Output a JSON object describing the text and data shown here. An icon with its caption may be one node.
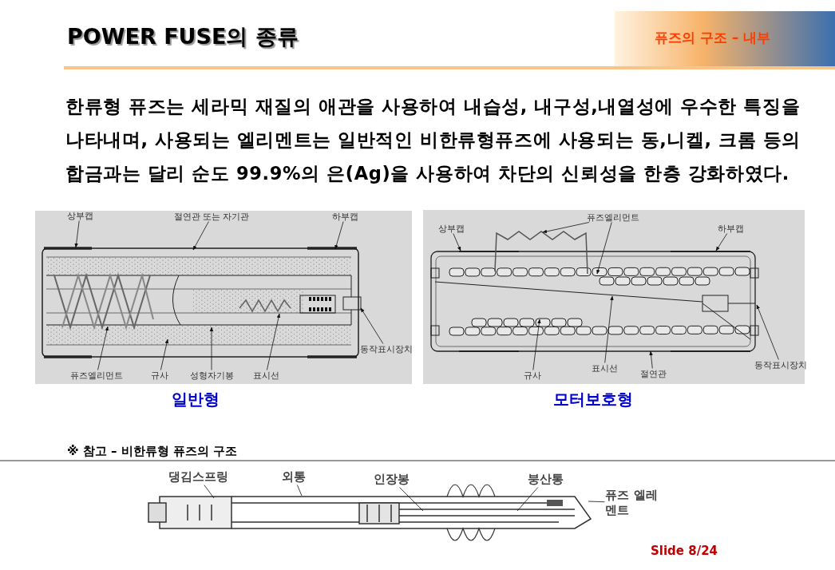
{
  "diagram": {
    "title": "POWER FUSE의 종류",
    "nodes": [
      {
        "text": [
          "상부캡"
        ]
      },
      {
        "text": [
          "절연관 또는 자기관"
        ]
      },
      {
        "text": [
          "하부캡"
        ]
      },
      {
        "text": [
          "동작표시장치"
        ]
      },
      {
        "text": [
          "퓨즈엘리먼트"
        ]
      },
      {
        "text": [
          "규사"
        ]
      },
      {
        "text": [
          "성형자기봉"
        ]
      },
      {
        "text": [
          "표시선"
        ]
      },
      {
        "text": [
          "퓨즈엘리먼트"
        ]
      },
      {
        "text": [
          "상부캡"
        ]
      },
      {
        "text": [
          "하부캡"
        ]
      },
      {
        "text": [
          "동작표시장치"
        ]
      },
      {
        "text": [
          "규사"
        ]
      },
      {
        "text": [
          "표시선"
        ]
      },
      {
        "text": [
          "절연관"
        ]
      },
      {
        "text": [
          "댕김스프링"
        ]
      },
      {
        "text": [
          "외통"
        ]
      },
      {
        "text": [
          "인장봉"
        ]
      },
      {
        "text": [
          "붕산통"
        ]
      },
      {
        "text": [
          "퓨즈 엘레멘트"
        ]
      },
      {
        "text": [],
        "shape": "picture"
      },
      {
        "text": [],
        "shape": "picture"
      },
      {
        "text": [],
        "shape": "picture"
      }
    ],
    "edges": [
      {
        "from": 0,
        "to": 20,
        "arrow": "to"
      },
      {
        "from": 1,
        "to": 20,
        "arrow": "to"
      },
      {
        "from": 2,
        "to": 20,
        "arrow": "to"
      },
      {
        "from": 3,
        "to": 20,
        "arrow": "to"
      },
      {
        "from": 4,
        "to": 20,
        "arrow": "to"
      },
      {
        "from": 5,
        "to": 20,
        "arrow": "to"
      },
      {
        "from": 6,
        "to": 20,
        "arrow": "to"
      },
      {
        "from": 7,
        "to": 20,
        "arrow": "to"
      },
      {
        "from": 8,
        "to": 21,
        "arrow": "to"
      },
      {
        "from": 8,
        "to": 21,
        "arrow": "to"
      },
      {
        "from": 9,
        "to": 21,
        "arrow": "to"
      },
      {
        "from": 10,
        "to": 21,
        "arrow": "to"
      },
      {
        "from": 11,
        "to": 21,
        "arrow": "to"
      },
      {
        "from": 12,
        "to": 21,
        "arrow": "to"
      },
      {
        "from": 13,
        "to": 21,
        "arrow": "to"
      },
      {
        "from": 14,
        "to": 21,
        "arrow": "to"
      },
      {
        "from": 15,
        "to": 22,
        "arrow": "none"
      },
      {
        "from": 16,
        "to": 22,
        "arrow": "none"
      },
      {
        "from": 17,
        "to": 22,
        "arrow": "none"
      },
      {
        "from": 18,
        "to": 22,
        "arrow": "none"
      },
      {
        "from": 19,
        "to": 22,
        "arrow": "none"
      }
    ],
    "labels": [
      "퓨즈의 구조 – 내부",
      "한류형 퓨즈는 세라믹 재질의 애관을 사용하여 내습성, 내구성,내열성에 우수한 특징을 나타내며, 사용되는 엘리멘트는 일반적인 비한류형퓨즈에 사용되는 동,니켈, 크롬 등의 합금과는 달리 순도 99.9%의 은(Ag)을 사용하여 차단의 신뢰성을 한층 강화하였다.",
      "일반형",
      "모터보호형",
      "※ 참고 – 비한류형 퓨즈의 구조",
      "Slide 8/24"
    ]
  }
}
